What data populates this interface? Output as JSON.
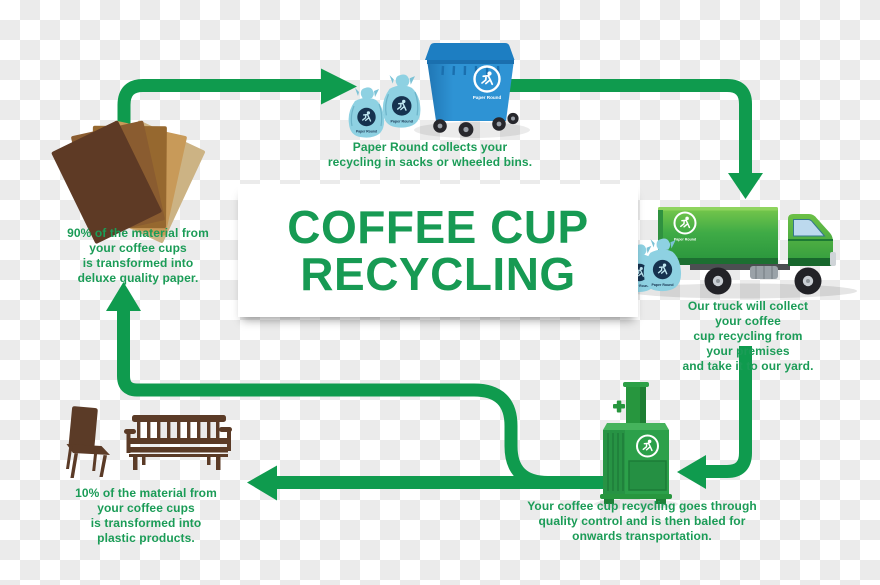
{
  "diagram": {
    "title": {
      "line1": "COFFEE CUP",
      "line2": "RECYCLING"
    },
    "brand": {
      "name": "Paper Round"
    },
    "steps": {
      "collection": {
        "caption": "Paper Round collects your\nrecycling in sacks or wheeled bins."
      },
      "transport": {
        "caption": "Our truck will collect your coffee\ncup recycling from your premises\nand take it to our yard."
      },
      "baling": {
        "caption": "Your coffee cup recycling goes through\nquality control and is then baled for\nonwards transportation."
      },
      "paper_output": {
        "caption": "90% of the material from\nyour coffee cups\nis transformed into\ndeluxe quality paper."
      },
      "plastic_output": {
        "caption": "10% of the material from\nyour coffee cups\nis transformed into\nplastic products."
      }
    },
    "icons": {
      "paper_round_logo": "runner-in-circle"
    },
    "colors": {
      "green_arrow": "#0f9b4e",
      "green_text": "#1b9c57",
      "title_green": "#179a53",
      "bin_blue": "#2e93d4",
      "sack_blue": "#8ed1e2",
      "truck_green": "#3aa746",
      "baler_green": "#2ca04a",
      "wood_brown": "#5b3b27",
      "paper_shades": [
        "#5e3a25",
        "#8a5c30",
        "#96682f",
        "#c89a59",
        "#ccb384"
      ],
      "checker_light": "#ffffff",
      "checker_dark": "#ebebeb"
    }
  }
}
